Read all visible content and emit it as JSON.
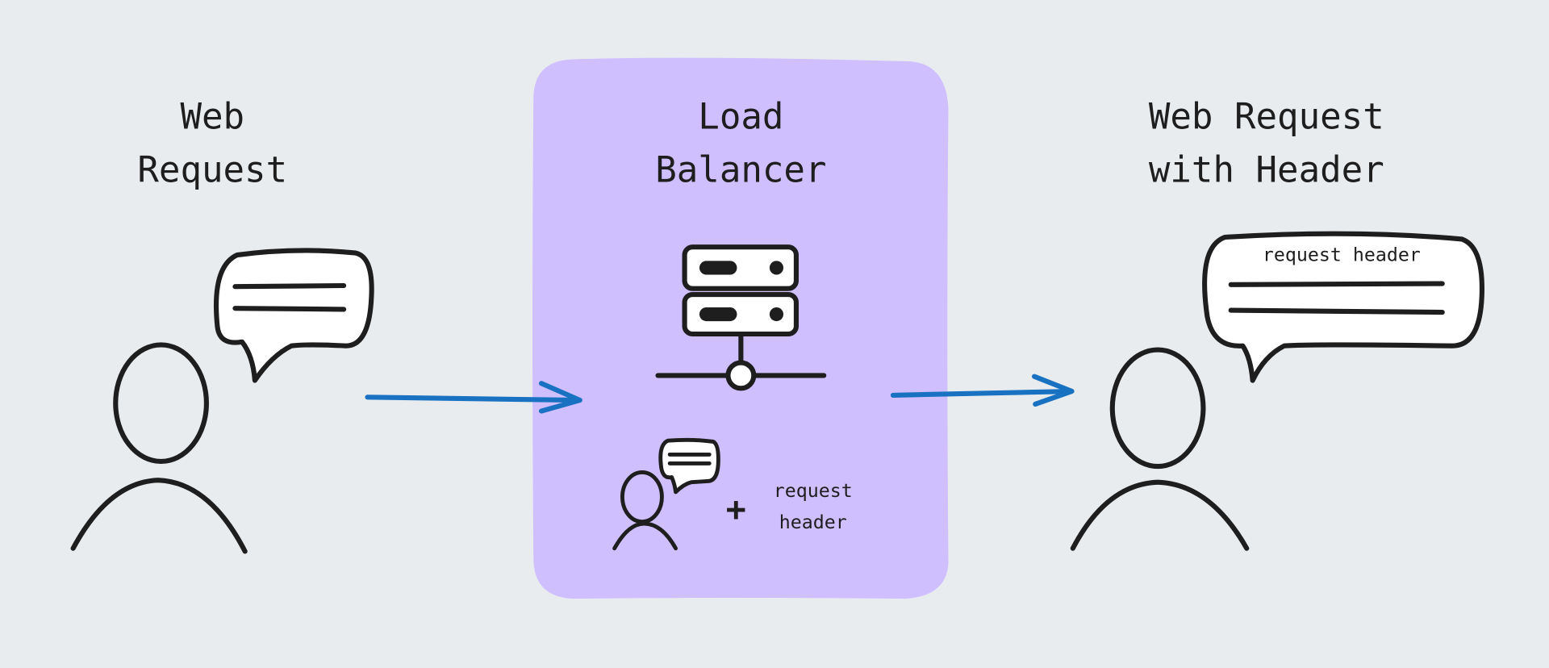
{
  "colors": {
    "background": "#e9ecef",
    "load_balancer_box": "#d0bfff",
    "arrow": "#1971c2",
    "ink": "#1e1e1e"
  },
  "left": {
    "title_line1": "Web",
    "title_line2": "Request"
  },
  "center": {
    "title_line1": "Load",
    "title_line2": "Balancer",
    "plus": "+",
    "note_line1": "request",
    "note_line2": "header"
  },
  "right": {
    "title_line1": "Web Request",
    "title_line2": "with Header",
    "bubble_text": "request header"
  }
}
